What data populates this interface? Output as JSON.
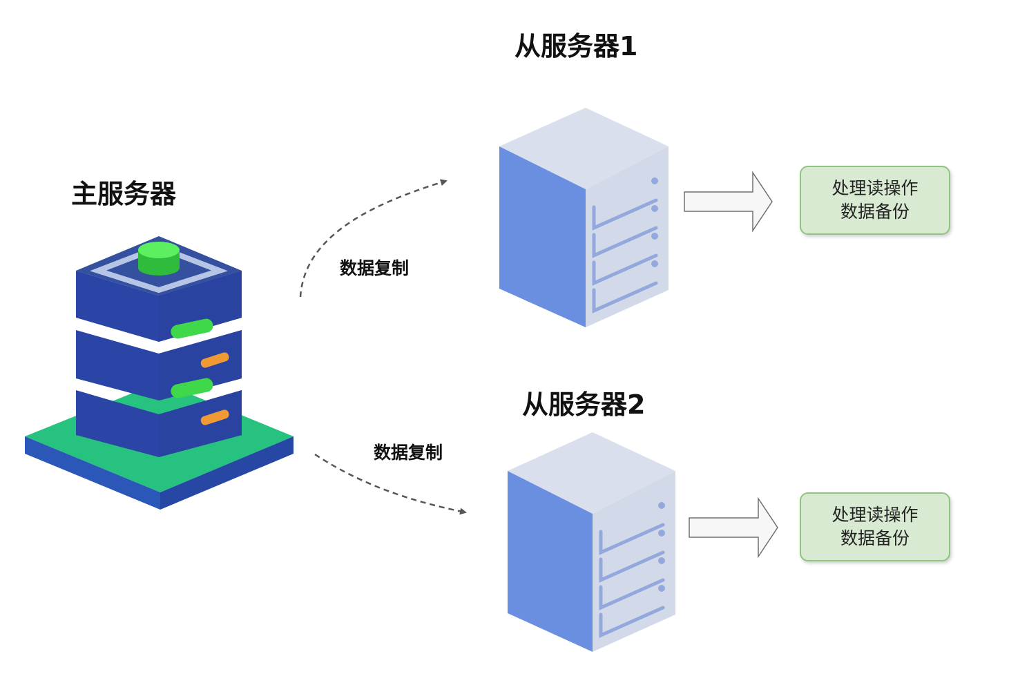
{
  "master": {
    "title": "主服务器"
  },
  "slaves": [
    {
      "title": "从服务器1",
      "note_line1": "处理读操作",
      "note_line2": "数据备份"
    },
    {
      "title": "从服务器2",
      "note_line1": "处理读操作",
      "note_line2": "数据备份"
    }
  ],
  "edges": [
    {
      "label": "数据复制"
    },
    {
      "label": "数据复制"
    }
  ],
  "colors": {
    "master_body": "#2b45a6",
    "master_top": "#34509e",
    "master_base": "#27c27f",
    "indicator_green": "#3ed84a",
    "indicator_orange": "#f09a35",
    "server_top": "#d9dfec",
    "server_front": "#6a8fe0",
    "server_side": "#d2d9e8",
    "note_fill": "#d8ead2",
    "note_border": "#8fc47f"
  },
  "icons": [
    "master-server-icon",
    "slave-server-icon",
    "arrow-right-icon",
    "dashed-arrow-icon"
  ]
}
